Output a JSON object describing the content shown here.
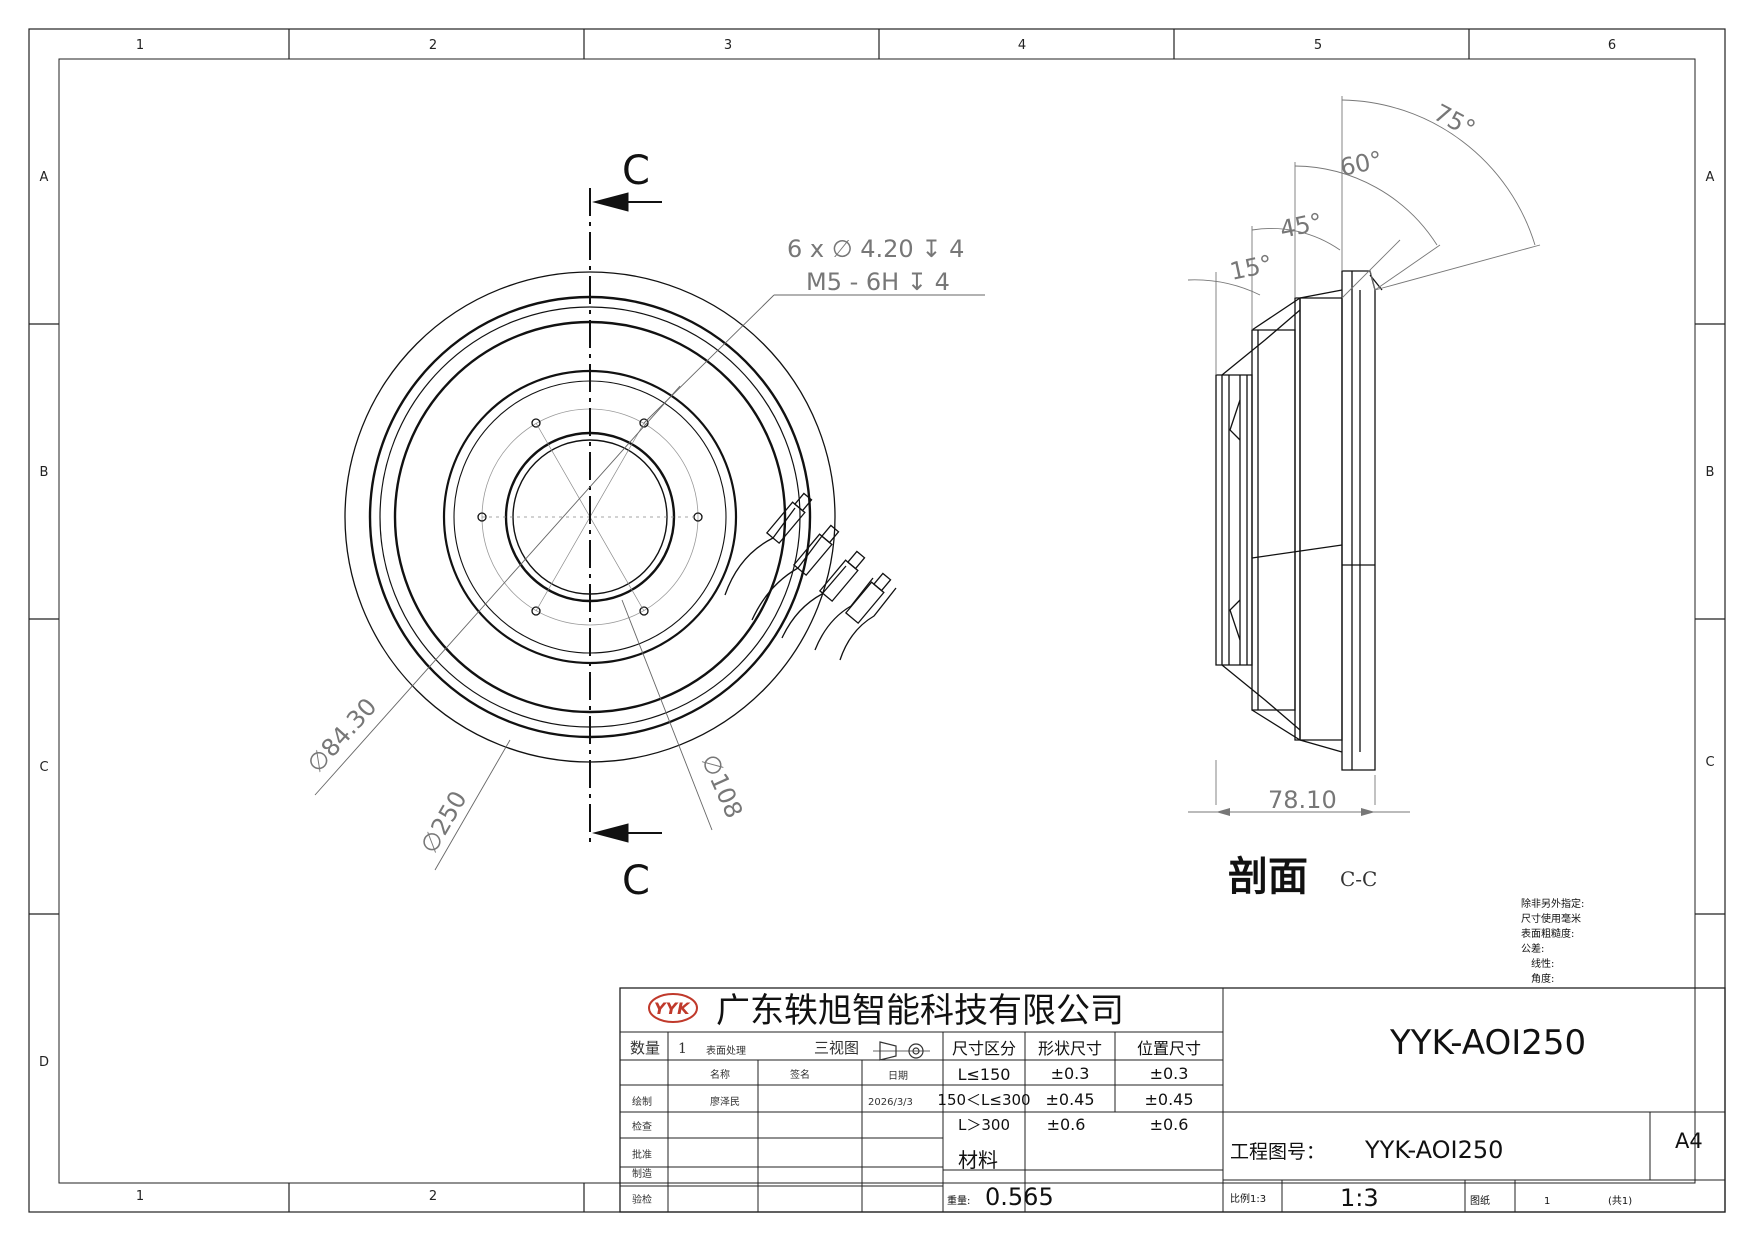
{
  "border": {
    "cols": [
      "1",
      "2",
      "3",
      "4",
      "5",
      "6"
    ],
    "rows": [
      "A",
      "B",
      "C",
      "D"
    ]
  },
  "front_view": {
    "section_marks": [
      "C",
      "C"
    ],
    "hole_callout_line1": "6 x ∅ 4.20 ↧ 4",
    "hole_callout_line2": "M5 - 6H ↧ 4",
    "dim_d84": "∅84.30",
    "dim_d250": "∅250",
    "dim_d108": "∅108"
  },
  "section_view": {
    "angles": [
      "75°",
      "60°",
      "45°",
      "15°"
    ],
    "dim_width": "78.10",
    "title": "剖面",
    "title_suffix": "C-C"
  },
  "notes": {
    "lines": [
      "除非另外指定:",
      "尺寸使用毫米",
      "表面粗糙度:",
      "公差:",
      "线性:",
      "角度:"
    ]
  },
  "title_block": {
    "company": "广东轶旭智能科技有限公司",
    "logo_text": "YYK",
    "drawing_title": "YYK-AOI250",
    "qty_label": "数量",
    "qty_value": "1",
    "surface_label": "表面处理",
    "views_label": "三视图",
    "name_label": "名称",
    "sign_label": "签名",
    "date_label": "日期",
    "draw_label": "绘制",
    "drafter": "廖泽民",
    "date": "2026/3/3",
    "check_label": "检查",
    "approve_label": "批准",
    "make_label": "制造",
    "inspect_label": "验检",
    "tol_header": [
      "尺寸区分",
      "形状尺寸",
      "位置尺寸"
    ],
    "tol_rows": [
      [
        "L≤150",
        "±0.3",
        "±0.3"
      ],
      [
        "150＜L≤300",
        "±0.45",
        "±0.45"
      ],
      [
        "L＞300",
        "±0.6",
        "±0.6"
      ]
    ],
    "material_label": "材料",
    "weight_label": "重量:",
    "weight_value": "0.565",
    "drawing_no_label": "工程图号：",
    "drawing_no": "YYK-AOI250",
    "paper": "A4",
    "scale_label": "比例1:3",
    "scale_value": "1:3",
    "sheet_label": "图纸",
    "sheet_no": "1",
    "sheet_total": "(共1)"
  }
}
